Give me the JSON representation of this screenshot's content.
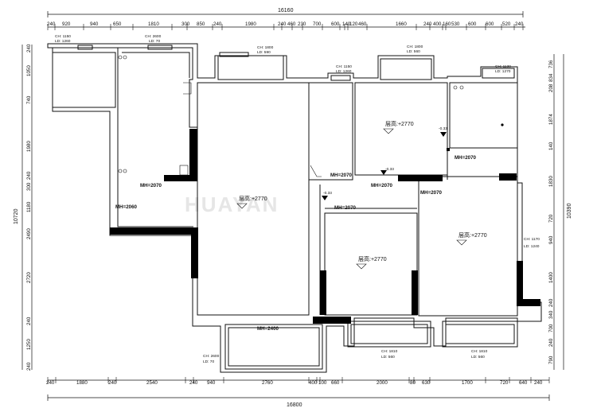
{
  "title_overall_top": "16160",
  "title_overall_bottom": "16800",
  "overall_left": "10720",
  "overall_right": "10390",
  "watermark": "HUAYAN",
  "dims_top": [
    "240",
    "920",
    "940",
    "650",
    "1810",
    "300",
    "850",
    "240",
    "1980",
    "240",
    "460",
    "230",
    "700",
    "600",
    "140",
    "120",
    "460",
    "1660",
    "240",
    "400",
    "160",
    "530",
    "600",
    "600",
    "520",
    "240"
  ],
  "dims_bottom": [
    "240",
    "1880",
    "240",
    "2540",
    "240",
    "940",
    "2760",
    "400",
    "100",
    "660",
    "2000",
    "80",
    "630",
    "1700",
    "720",
    "640",
    "240"
  ],
  "dims_left": [
    "240",
    "1050",
    "740",
    "1980",
    "240",
    "300",
    "1180",
    "2490",
    "2720",
    "240",
    "1250",
    "240"
  ],
  "dims_right": [
    "736",
    "834",
    "208",
    "1874",
    "140",
    "1830",
    "720",
    "940",
    "1400",
    "240",
    "340",
    "700",
    "240",
    "790"
  ],
  "window_notes": [
    {
      "ch": "CH: 1150",
      "ld": "LD: 1260"
    },
    {
      "ch": "CH: 2600",
      "ld": "LD: 70"
    },
    {
      "ch": "CH: 1800",
      "ld": "LD: 590"
    },
    {
      "ch": "CH: 1150",
      "ld": "LD: 1260"
    },
    {
      "ch": "CH: 1800",
      "ld": "LD: 560"
    },
    {
      "ch": "CH: 1130",
      "ld": "LD: 1270"
    },
    {
      "ch": "CH: 1170",
      "ld": "LD: 1240"
    },
    {
      "ch": "CH: 2600",
      "ld": "LD: 70"
    },
    {
      "ch": "CH: 1810",
      "ld": "LD: 560"
    },
    {
      "ch": "CH: 1810",
      "ld": "LD: 560"
    }
  ],
  "door_heights": [
    "MH=2070",
    "MH=2060",
    "MH=2070",
    "MH=2070",
    "MH=2070",
    "MH=2070",
    "MH=2070",
    "MH=2400"
  ],
  "level_label": "层高:+2770",
  "level_offsets": [
    "-0.33",
    "-0.33",
    "-0.33"
  ],
  "colors": {
    "wall": "#000000",
    "line": "#111111",
    "bg": "#ffffff"
  }
}
